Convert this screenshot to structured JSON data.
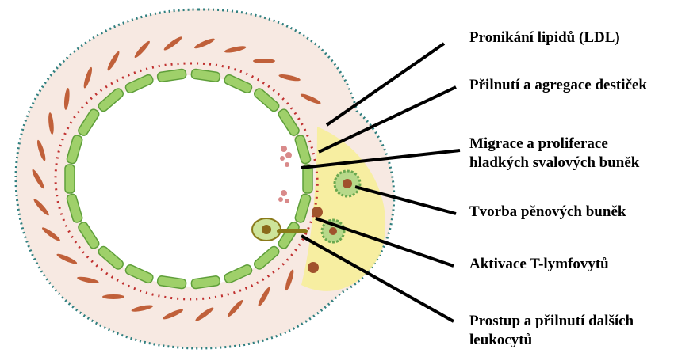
{
  "labels": {
    "lipid_penetration": "Pronikání lipidů (LDL)",
    "platelet_adhesion": "Přilnutí a agregace destiček",
    "smc_migration_line1": "Migrace a proliferace",
    "smc_migration_line2": "hladkých svalových buněk",
    "foam_cell_formation": "Tvorba pěnových buněk",
    "t_cell_activation": "Aktivace T-lymfovytů",
    "leukocyte_line1": "Prostup a přilnutí dalších",
    "leukocyte_line2": "leukocytů"
  },
  "colors": {
    "adventitia_outline": "#2f7f7f",
    "wall_fill": "#f7e9e2",
    "smooth_muscle": "#c0603a",
    "endothelium": "#7fbf4f",
    "internal_elastic_dots": "#c0302f",
    "plaque": "#f6ee9a",
    "foam_cell": "#6aa84f",
    "platelet": "#d98a8a",
    "arrow": "#000000"
  },
  "icons": [
    "arrow-pointer",
    "smooth-muscle-cell",
    "endothelial-cell",
    "foam-cell",
    "t-lymphocyte",
    "platelet-cluster"
  ]
}
